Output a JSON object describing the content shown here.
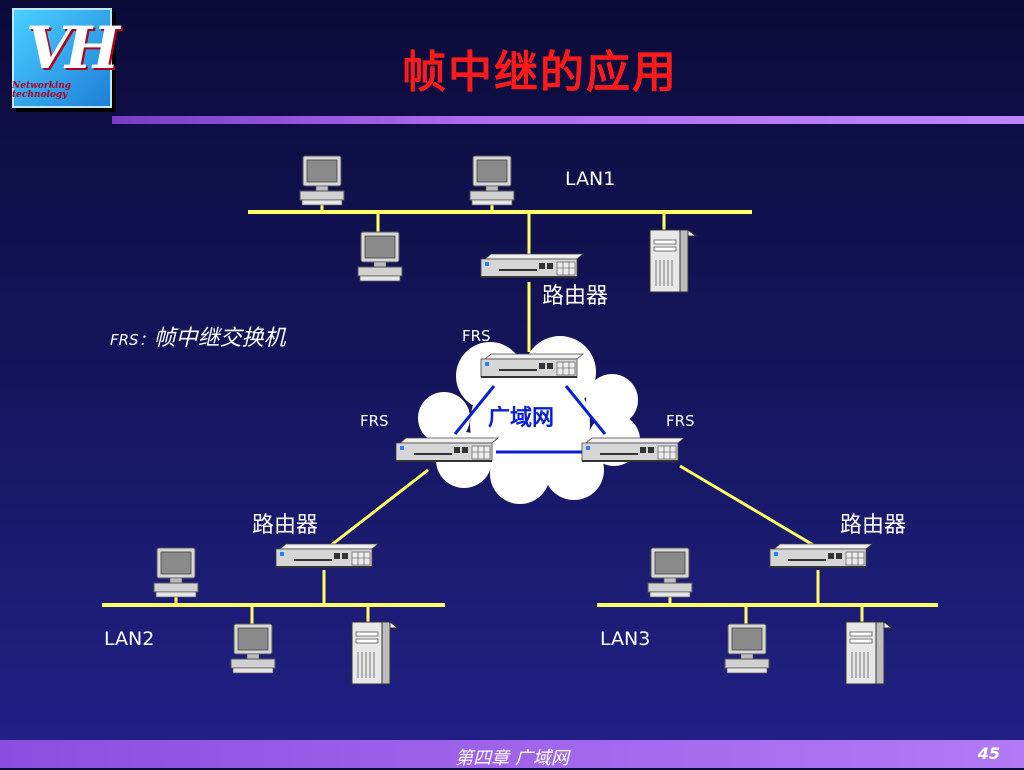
{
  "header": {
    "title": "帧中继的应用",
    "logo_letters": "VH",
    "logo_caption_1": "Networking",
    "logo_caption_2": "technology"
  },
  "diagram": {
    "lan1_label": "LAN1",
    "lan2_label": "LAN2",
    "lan3_label": "LAN3",
    "router_label": "路由器",
    "switch_label": "FRS",
    "wan_label": "广域网",
    "legend_key": "FRS：",
    "legend_value": "帧中继交换机"
  },
  "footer": {
    "chapter": "第四章  广域网",
    "page_number": "45"
  },
  "colors": {
    "title": "#ff1a1a",
    "links_yellow": "#ffff66",
    "wan_links": "#0a1fd0",
    "wan_label": "#0a1fd0",
    "bar_purple": "#a860ec"
  }
}
